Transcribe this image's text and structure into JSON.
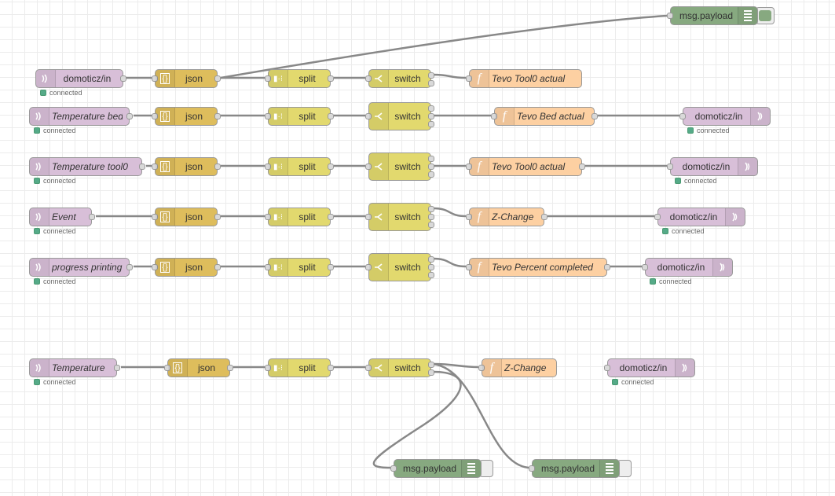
{
  "status_text": "connected",
  "nodes": {
    "top_debug": {
      "label": "msg.payload",
      "icon": "debug-list-icon"
    },
    "r1_in": {
      "label": "domoticz/in",
      "icon": "mqtt-wave-icon"
    },
    "r1_json": {
      "label": "json",
      "icon": "json-braces-icon"
    },
    "r1_split": {
      "label": "split",
      "icon": "split-icon"
    },
    "r1_switch": {
      "label": "switch",
      "icon": "switch-branch-icon"
    },
    "r1_func": {
      "label": "Tevo Tool0 actual",
      "icon": "function-icon"
    },
    "r2_in": {
      "label": "Temperature bed"
    },
    "r2_json": {
      "label": "json"
    },
    "r2_split": {
      "label": "split"
    },
    "r2_switch": {
      "label": "switch"
    },
    "r2_func": {
      "label": "Tevo Bed actual"
    },
    "r2_out": {
      "label": "domoticz/in"
    },
    "r3_in": {
      "label": "Temperature tool0"
    },
    "r3_json": {
      "label": "json"
    },
    "r3_split": {
      "label": "split"
    },
    "r3_switch": {
      "label": "switch"
    },
    "r3_func": {
      "label": "Tevo Tool0 actual"
    },
    "r3_out": {
      "label": "domoticz/in"
    },
    "r4_in": {
      "label": "Event"
    },
    "r4_json": {
      "label": "json"
    },
    "r4_split": {
      "label": "split"
    },
    "r4_switch": {
      "label": "switch"
    },
    "r4_func": {
      "label": "Z-Change"
    },
    "r4_out": {
      "label": "domoticz/in"
    },
    "r5_in": {
      "label": "progress printing"
    },
    "r5_json": {
      "label": "json"
    },
    "r5_split": {
      "label": "split"
    },
    "r5_switch": {
      "label": "switch"
    },
    "r5_func": {
      "label": "Tevo Percent completed"
    },
    "r5_out": {
      "label": "domoticz/in"
    },
    "r6_in": {
      "label": "Temperature"
    },
    "r6_json": {
      "label": "json"
    },
    "r6_split": {
      "label": "split"
    },
    "r6_switch": {
      "label": "switch"
    },
    "r6_func": {
      "label": "Z-Change"
    },
    "r6_out": {
      "label": "domoticz/in"
    },
    "r6_debug1": {
      "label": "msg.payload"
    },
    "r6_debug2": {
      "label": "msg.payload"
    }
  },
  "colors": {
    "mqtt": "#d8bfd8",
    "json": "#debd5c",
    "split_switch": "#e2d96e",
    "function": "#fdd0a2",
    "debug": "#87a980",
    "wire": "#888888",
    "status_connected": "#55aa88"
  }
}
